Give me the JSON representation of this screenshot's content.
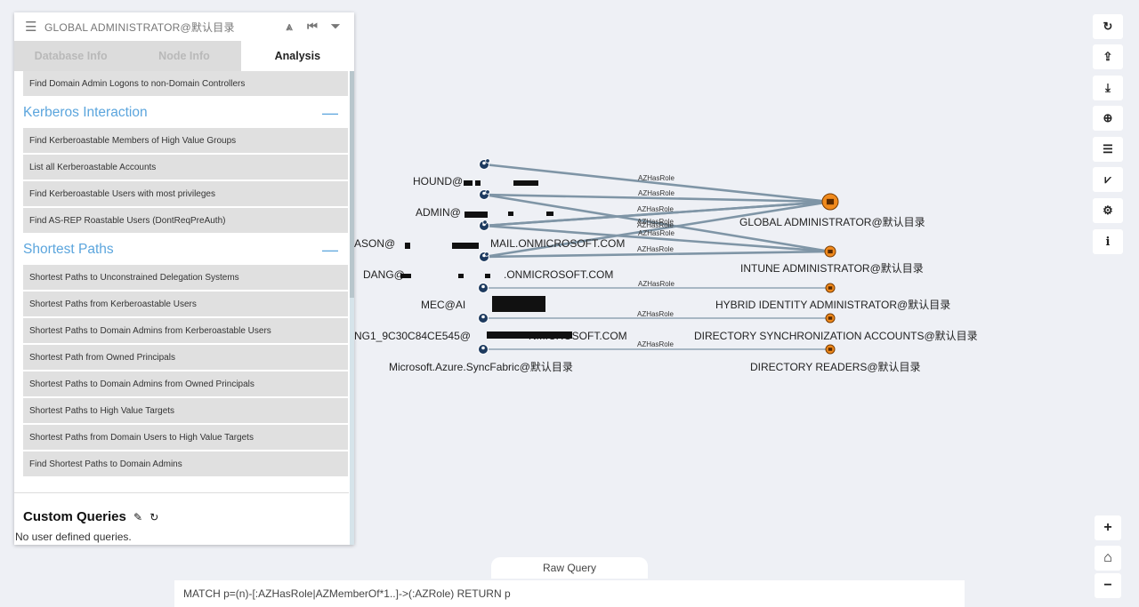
{
  "panel": {
    "title": "GLOBAL ADMINISTRATOR@默认目录",
    "tabs": [
      {
        "label": "Database Info"
      },
      {
        "label": "Node Info"
      },
      {
        "label": "Analysis"
      }
    ],
    "top_query": "Find Domain Admin Logons to non-Domain Controllers",
    "sections": [
      {
        "title": "Kerberos Interaction",
        "queries": [
          "Find Kerberoastable Members of High Value Groups",
          "List all Kerberoastable Accounts",
          "Find Kerberoastable Users with most privileges",
          "Find AS-REP Roastable Users (DontReqPreAuth)"
        ]
      },
      {
        "title": "Shortest Paths",
        "queries": [
          "Shortest Paths to Unconstrained Delegation Systems",
          "Shortest Paths from Kerberoastable Users",
          "Shortest Paths to Domain Admins from Kerberoastable Users",
          "Shortest Path from Owned Principals",
          "Shortest Paths to Domain Admins from Owned Principals",
          "Shortest Paths to High Value Targets",
          "Shortest Paths from Domain Users to High Value Targets",
          "Find Shortest Paths to Domain Admins"
        ]
      }
    ],
    "custom_queries": {
      "title": "Custom Queries",
      "empty_text": "No user defined queries."
    }
  },
  "graph": {
    "source_nodes": [
      {
        "label": "HOUND@",
        "suffix": ""
      },
      {
        "label": "ADMIN@",
        "suffix": ""
      },
      {
        "label": "ASON@",
        "suffix": "MAIL.ONMICROSOFT.COM"
      },
      {
        "label": "DANG@",
        "suffix": ".ONMICROSOFT.COM"
      },
      {
        "label": "MEC@AI",
        "suffix": ""
      },
      {
        "label": "NG1_9C30C84CE545@",
        "suffix": "NMICROSOFT.COM"
      },
      {
        "label": "Microsoft.Azure.SyncFabric@默认目录",
        "suffix": ""
      }
    ],
    "role_nodes": [
      {
        "label": "GLOBAL ADMINISTRATOR@默认目录"
      },
      {
        "label": "INTUNE ADMINISTRATOR@默认目录"
      },
      {
        "label": "HYBRID IDENTITY ADMINISTRATOR@默认目录"
      },
      {
        "label": "DIRECTORY SYNCHRONIZATION ACCOUNTS@默认目录"
      },
      {
        "label": "DIRECTORY READERS@默认目录"
      }
    ],
    "edge_label": "AZHasRole",
    "colors": {
      "edge": "#7f95a6",
      "user_node": "#1d3a5f",
      "role_node": "#f08a1d"
    }
  },
  "toolbar": {
    "icons": [
      "refresh-icon",
      "upload-icon",
      "download-icon",
      "import-icon",
      "query-list-icon",
      "chart-icon",
      "settings-icon",
      "info-icon"
    ],
    "glyphs": [
      "↻",
      "⇪",
      "⤓",
      "⊕",
      "☰",
      "⩗",
      "⚙",
      "i"
    ]
  },
  "query": {
    "tab_label": "Raw Query",
    "text": "MATCH p=(n)-[:AZHasRole|AZMemberOf*1..]->(:AZRole) RETURN p"
  },
  "zoom": {
    "in": "+",
    "home": "⌂",
    "out": "−"
  }
}
